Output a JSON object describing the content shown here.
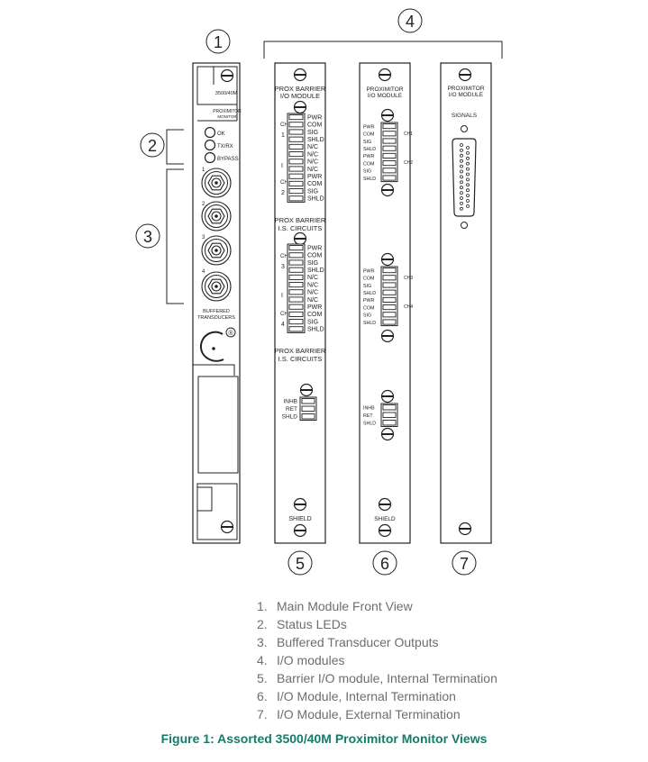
{
  "callouts": {
    "c1": "1",
    "c2": "2",
    "c3": "3",
    "c4": "4",
    "c5": "5",
    "c6": "6",
    "c7": "7"
  },
  "main_module": {
    "top_label": "3500/40M",
    "brand_line1": "PROXIMITOR",
    "brand_line2": "MONITOR",
    "led_ok": "OK",
    "led_txrx": "TX/RX",
    "led_bypass": "BYPASS",
    "ch1": "1",
    "ch2": "2",
    "ch3": "3",
    "ch4": "4",
    "buffered_line1": "BUFFERED",
    "buffered_line2": "TRANSDUCERS",
    "registered": "®"
  },
  "barrier_module": {
    "title1": "PROX BARRIER",
    "title2": "I/O MODULE",
    "group1": {
      "ch_a": "1",
      "ch_b": "2",
      "pins": [
        "PWR",
        "COM",
        "SIG",
        "SHLD",
        "N/C",
        "N/C",
        "N/C",
        "N/C",
        "PWR",
        "COM",
        "SIG",
        "SHLD"
      ]
    },
    "circuits1_line1": "PROX BARRIER",
    "circuits1_line2": "I.S. CIRCUITS",
    "group2": {
      "ch_a": "3",
      "ch_b": "4",
      "pins": [
        "PWR",
        "COM",
        "SIG",
        "SHLD",
        "N/C",
        "N/C",
        "N/C",
        "N/C",
        "PWR",
        "COM",
        "SIG",
        "SHLD"
      ]
    },
    "circuits2_line1": "PROX BARRIER",
    "circuits2_line2": "I.S. CIRCUITS",
    "inhibit": [
      "INHB",
      "RET",
      "SHLD"
    ],
    "shield": "SHIELD"
  },
  "io_internal": {
    "title1": "PROXIMITOR",
    "title2": "I/O MODULE",
    "group1": {
      "ch_a": "CH1",
      "ch_b": "CH2",
      "pins": [
        "PWR",
        "COM",
        "SIG",
        "SHLD",
        "PWR",
        "COM",
        "SIG",
        "SHLD"
      ]
    },
    "group2": {
      "ch_a": "CH3",
      "ch_b": "CH4",
      "pins": [
        "PWR",
        "COM",
        "SIG",
        "SHLD",
        "PWR",
        "COM",
        "SIG",
        "SHLD"
      ]
    },
    "inhibit": [
      "INHB",
      "RET",
      "SHLD"
    ],
    "shield": "SHIELD"
  },
  "io_external": {
    "title1": "PROXIMITOR",
    "title2": "I/O MODULE",
    "signals": "SIGNALS"
  },
  "caption": {
    "items": [
      {
        "num": "1.",
        "text": "Main Module Front View"
      },
      {
        "num": "2.",
        "text": "Status LEDs"
      },
      {
        "num": "3.",
        "text": "Buffered Transducer Outputs"
      },
      {
        "num": "4.",
        "text": "I/O modules"
      },
      {
        "num": "5.",
        "text": "Barrier I/O module, Internal Termination"
      },
      {
        "num": "6.",
        "text": "I/O Module, Internal Termination"
      },
      {
        "num": "7.",
        "text": "I/O Module, External Termination"
      }
    ],
    "figure_title": "Figure 1:  Assorted 3500/40M Proximitor Monitor Views"
  },
  "colors": {
    "caption_text": "#6d6d6d",
    "figure_title": "#167a6a",
    "line": "#222222"
  }
}
